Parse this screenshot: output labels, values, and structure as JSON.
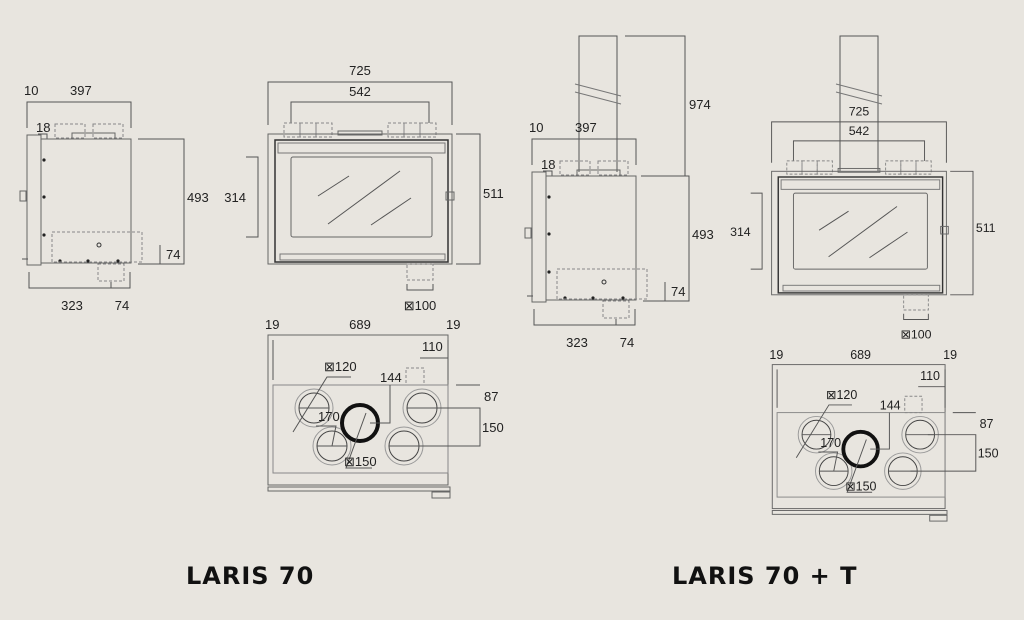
{
  "models": [
    {
      "title": "LARIS 70",
      "side": {
        "d10": "10",
        "d397": "397",
        "d18": "18",
        "d493": "493",
        "d74a": "74",
        "d323": "323",
        "d74b": "74"
      },
      "front": {
        "d725": "725",
        "d542": "542",
        "d314": "314",
        "d511": "511",
        "d100": "⊠100"
      },
      "top": {
        "d19a": "19",
        "d689": "689",
        "d19b": "19",
        "d110": "110",
        "d120": "⊠120",
        "d144": "144",
        "d87": "87",
        "d170": "170",
        "d150": "150",
        "d150dia": "⊠150"
      }
    },
    {
      "title": "LARIS 70 + T",
      "chimney": {
        "d974": "974"
      },
      "side": {
        "d10": "10",
        "d397": "397",
        "d18": "18",
        "d493": "493",
        "d74a": "74",
        "d323": "323",
        "d74b": "74"
      },
      "front": {
        "d725": "725",
        "d542": "542",
        "d314": "314",
        "d511": "511",
        "d100": "⊠100"
      },
      "top": {
        "d19a": "19",
        "d689": "689",
        "d19b": "19",
        "d110": "110",
        "d120": "⊠120",
        "d144": "144",
        "d87": "87",
        "d170": "170",
        "d150": "150",
        "d150dia": "⊠150"
      }
    }
  ],
  "colors": {
    "background": "#e8e5df",
    "line": "#555555",
    "text": "#222222"
  }
}
